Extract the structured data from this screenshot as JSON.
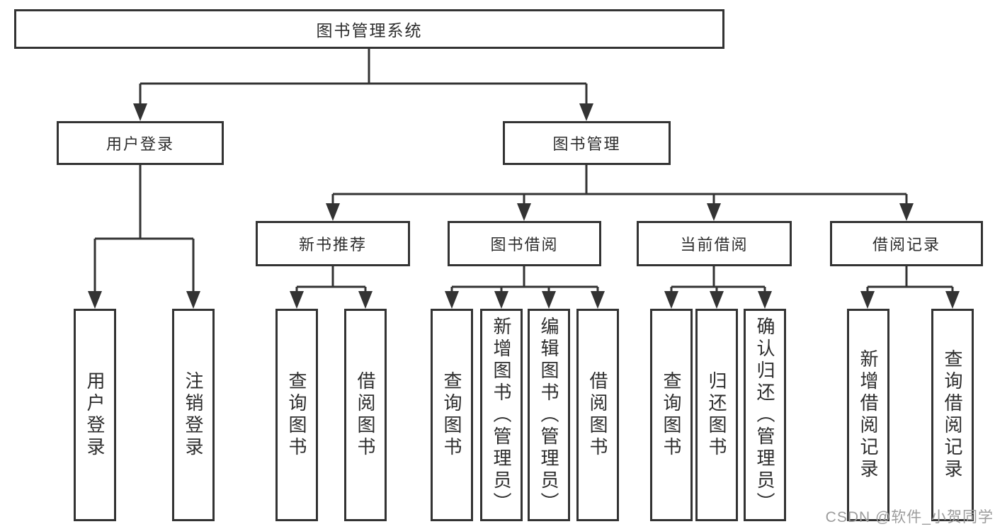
{
  "nodes": {
    "root": "图书管理系统",
    "user_login": "用户登录",
    "book_management": "图书管理",
    "new_book_recommend": "新书推荐",
    "book_borrowing": "图书借阅",
    "current_borrowing": "当前借阅",
    "borrowing_records": "借阅记录",
    "user_login_leaf": "用户登录",
    "logout_leaf": "注销登录",
    "recommend_query_books": "查询图书",
    "recommend_borrow_books": "借阅图书",
    "borrowing_query_books": "查询图书",
    "borrowing_add_books": "新增图书（管理员）",
    "borrowing_edit_books": "编辑图书（管理员）",
    "borrowing_borrow_books": "借阅图书",
    "current_query_books": "查询图书",
    "current_return_books": "归还图书",
    "current_confirm_return": "确认归还（管理员）",
    "records_add_record": "新增借阅记录",
    "records_query_record": "查询借阅记录"
  },
  "watermark": "CSDN @软件_小贺同学",
  "colors": {
    "line": "#333333",
    "text": "#2d2d2d",
    "box_background": "#ffffff",
    "watermark": "#9c9c9c"
  }
}
